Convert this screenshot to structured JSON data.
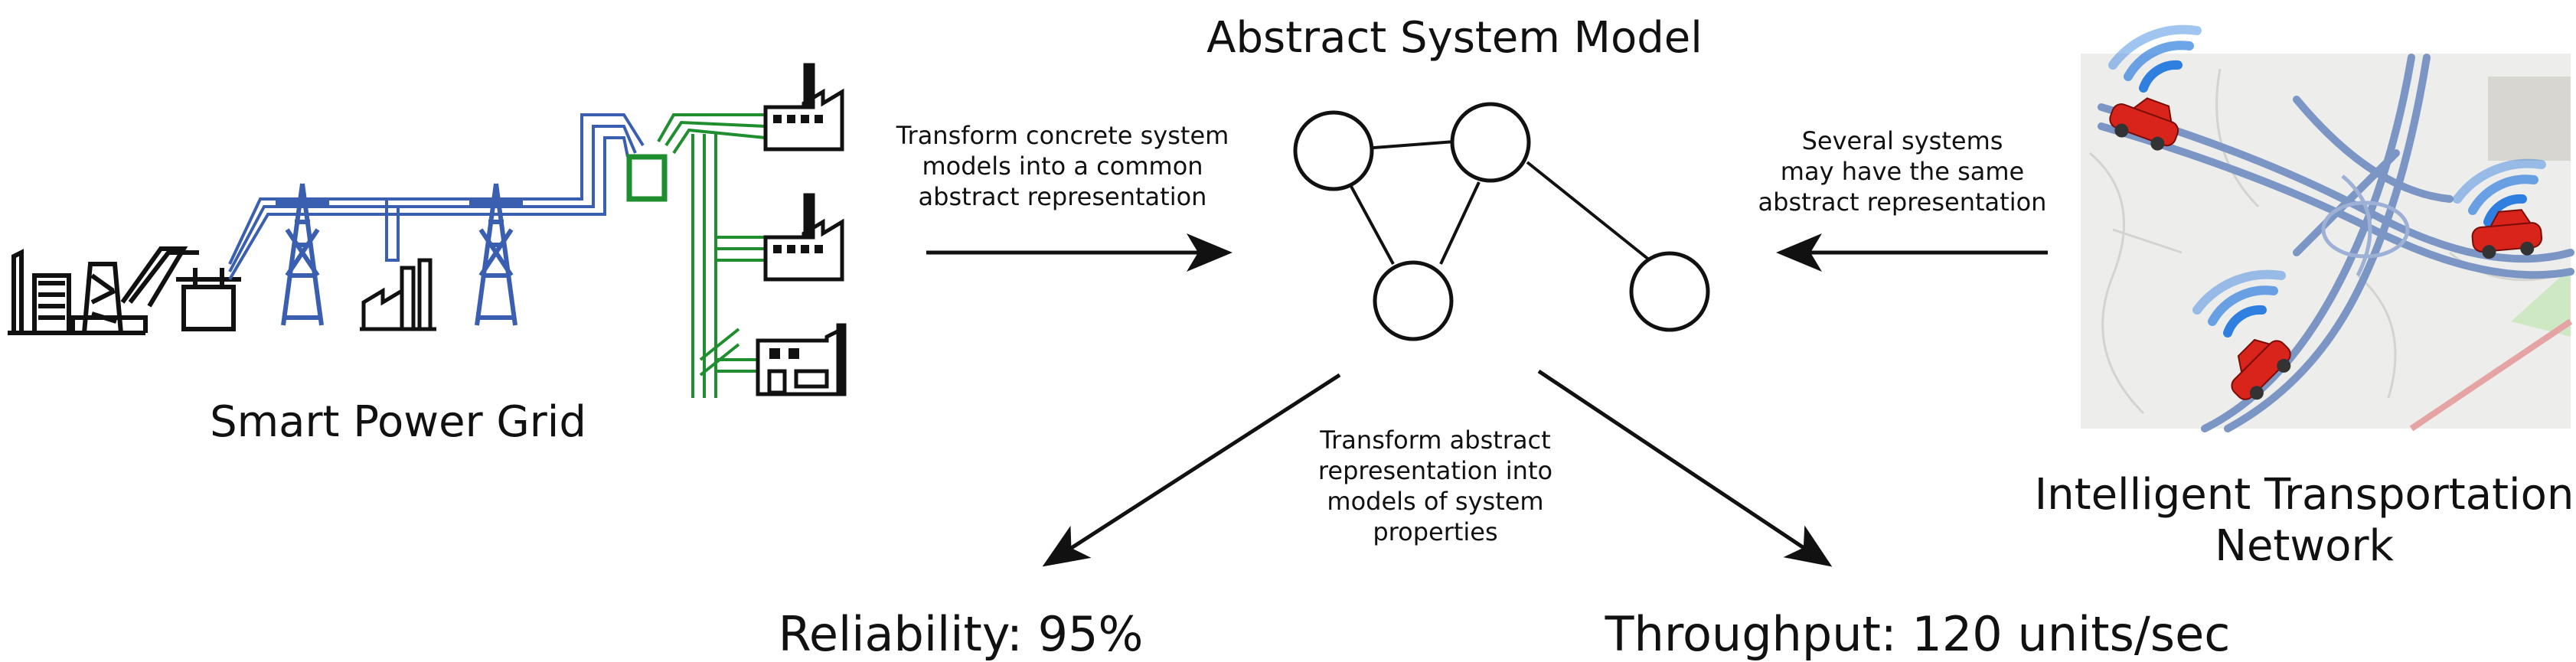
{
  "title": "Abstract System Model",
  "left_system": {
    "label": "Smart Power Grid"
  },
  "right_system": {
    "label_lines": [
      "Intelligent Transportation",
      "Network"
    ]
  },
  "annotations": {
    "transform_concrete": [
      "Transform concrete system",
      "models into a common",
      "abstract representation"
    ],
    "several_systems": [
      "Several systems",
      "may have the same",
      "abstract representation"
    ],
    "transform_abstract": [
      "Transform abstract",
      "representation into",
      "models of system",
      "properties"
    ]
  },
  "results": {
    "reliability": "Reliability: 95%",
    "throughput": "Throughput: 120 units/sec"
  },
  "colors": {
    "line": "#111111",
    "power_blue": "#3a5fb0",
    "power_green": "#1e8e2e",
    "map_bg": "#ededeb",
    "road": "#7b95c4",
    "car": "#d9241c",
    "wifi_blue": "#2f7fe0"
  },
  "icons": [
    "power-plant-icon",
    "transmission-tower-icon",
    "transformer-icon",
    "factory-icon",
    "house-icon",
    "car-icon",
    "wifi-signal-icon"
  ]
}
